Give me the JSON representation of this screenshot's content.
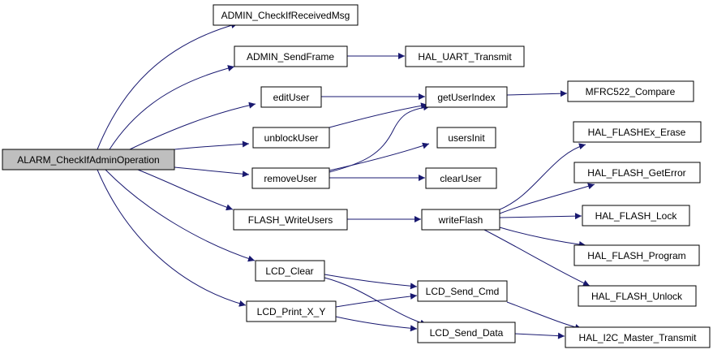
{
  "nodes": [
    {
      "id": "root",
      "label": "ALARM_CheckIfAdminOperation",
      "root": true
    },
    {
      "id": "checkMsg",
      "label": "ADMIN_CheckIfReceivedMsg"
    },
    {
      "id": "sendFrame",
      "label": "ADMIN_SendFrame"
    },
    {
      "id": "uartTx",
      "label": "HAL_UART_Transmit"
    },
    {
      "id": "editUser",
      "label": "editUser"
    },
    {
      "id": "getUserIndex",
      "label": "getUserIndex"
    },
    {
      "id": "mfrcCompare",
      "label": "MFRC522_Compare"
    },
    {
      "id": "unblockUser",
      "label": "unblockUser"
    },
    {
      "id": "usersInit",
      "label": "usersInit"
    },
    {
      "id": "removeUser",
      "label": "removeUser"
    },
    {
      "id": "clearUser",
      "label": "clearUser"
    },
    {
      "id": "flashWriteUsers",
      "label": "FLASH_WriteUsers"
    },
    {
      "id": "writeFlash",
      "label": "writeFlash"
    },
    {
      "id": "flashExErase",
      "label": "HAL_FLASHEx_Erase"
    },
    {
      "id": "flashGetError",
      "label": "HAL_FLASH_GetError"
    },
    {
      "id": "flashLock",
      "label": "HAL_FLASH_Lock"
    },
    {
      "id": "flashProgram",
      "label": "HAL_FLASH_Program"
    },
    {
      "id": "flashUnlock",
      "label": "HAL_FLASH_Unlock"
    },
    {
      "id": "lcdClear",
      "label": "LCD_Clear"
    },
    {
      "id": "lcdPrint",
      "label": "LCD_Print_X_Y"
    },
    {
      "id": "lcdCmd",
      "label": "LCD_Send_Cmd"
    },
    {
      "id": "lcdData",
      "label": "LCD_Send_Data"
    },
    {
      "id": "i2cTx",
      "label": "HAL_I2C_Master_Transmit"
    }
  ],
  "edges": [
    [
      "root",
      "checkMsg"
    ],
    [
      "root",
      "sendFrame"
    ],
    [
      "root",
      "editUser"
    ],
    [
      "root",
      "unblockUser"
    ],
    [
      "root",
      "removeUser"
    ],
    [
      "root",
      "flashWriteUsers"
    ],
    [
      "root",
      "lcdClear"
    ],
    [
      "root",
      "lcdPrint"
    ],
    [
      "sendFrame",
      "uartTx"
    ],
    [
      "editUser",
      "getUserIndex"
    ],
    [
      "unblockUser",
      "getUserIndex"
    ],
    [
      "removeUser",
      "getUserIndex"
    ],
    [
      "getUserIndex",
      "mfrcCompare"
    ],
    [
      "removeUser",
      "usersInit"
    ],
    [
      "removeUser",
      "clearUser"
    ],
    [
      "flashWriteUsers",
      "writeFlash"
    ],
    [
      "writeFlash",
      "flashExErase"
    ],
    [
      "writeFlash",
      "flashGetError"
    ],
    [
      "writeFlash",
      "flashLock"
    ],
    [
      "writeFlash",
      "flashProgram"
    ],
    [
      "writeFlash",
      "flashUnlock"
    ],
    [
      "lcdClear",
      "lcdCmd"
    ],
    [
      "lcdClear",
      "lcdData"
    ],
    [
      "lcdPrint",
      "lcdCmd"
    ],
    [
      "lcdPrint",
      "lcdData"
    ],
    [
      "lcdCmd",
      "i2cTx"
    ],
    [
      "lcdData",
      "i2cTx"
    ]
  ]
}
